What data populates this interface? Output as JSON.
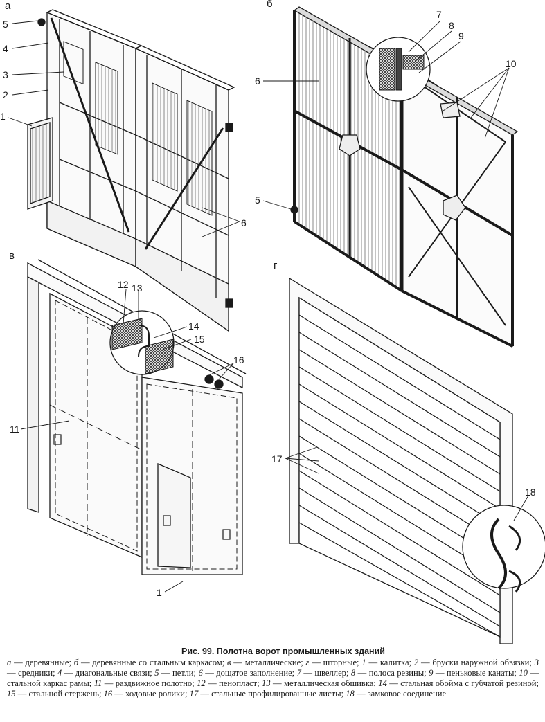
{
  "figure": {
    "panels": [
      {
        "id": "a",
        "letter": "а"
      },
      {
        "id": "b",
        "letter": "б"
      },
      {
        "id": "v",
        "letter": "в"
      },
      {
        "id": "g",
        "letter": "г"
      }
    ],
    "callouts": {
      "c1a": "1",
      "c2": "2",
      "c3": "3",
      "c4": "4",
      "c5a": "5",
      "c6a": "6",
      "c5b": "5",
      "c6b": "6",
      "c7": "7",
      "c8": "8",
      "c9": "9",
      "c10": "10",
      "c11": "11",
      "c12": "12",
      "c13": "13",
      "c14": "14",
      "c15": "15",
      "c16": "16",
      "c1v": "1",
      "c17": "17",
      "c18": "18"
    }
  },
  "caption": {
    "title": "Рис. 99. Полотна ворот промышленных зданий",
    "items": [
      {
        "key": "а",
        "text": " — деревянные; "
      },
      {
        "key": "б",
        "text": " — деревянные со стальным каркасом; "
      },
      {
        "key": "в",
        "text": " — металлические; "
      },
      {
        "key": "г",
        "text": " — шторные; "
      },
      {
        "key": "1",
        "text": " — калитка; "
      },
      {
        "key": "2",
        "text": " — бруски наружной обвязки; "
      },
      {
        "key": "3",
        "text": " — средники; "
      },
      {
        "key": "4",
        "text": " — диагональные связи; "
      },
      {
        "key": "5",
        "text": " — петли; "
      },
      {
        "key": "6",
        "text": " — дощатое заполнение; "
      },
      {
        "key": "7",
        "text": " — швеллер; "
      },
      {
        "key": "8",
        "text": " — полоса резины; "
      },
      {
        "key": "9",
        "text": " — пеньковые канаты; "
      },
      {
        "key": "10",
        "text": " — стальной каркас рамы; "
      },
      {
        "key": "11",
        "text": " — раздвижное полотно; "
      },
      {
        "key": "12",
        "text": " — пенопласт; "
      },
      {
        "key": "13",
        "text": " — металлическая обшивка; "
      },
      {
        "key": "14",
        "text": " — стальная обойма с губчатой резиной; "
      },
      {
        "key": "15",
        "text": " — стальной стержень; "
      },
      {
        "key": "16",
        "text": " — ходовые ролики; "
      },
      {
        "key": "17",
        "text": " — стальные профилированные листы; "
      },
      {
        "key": "18",
        "text": " — замковое соединение"
      }
    ]
  }
}
